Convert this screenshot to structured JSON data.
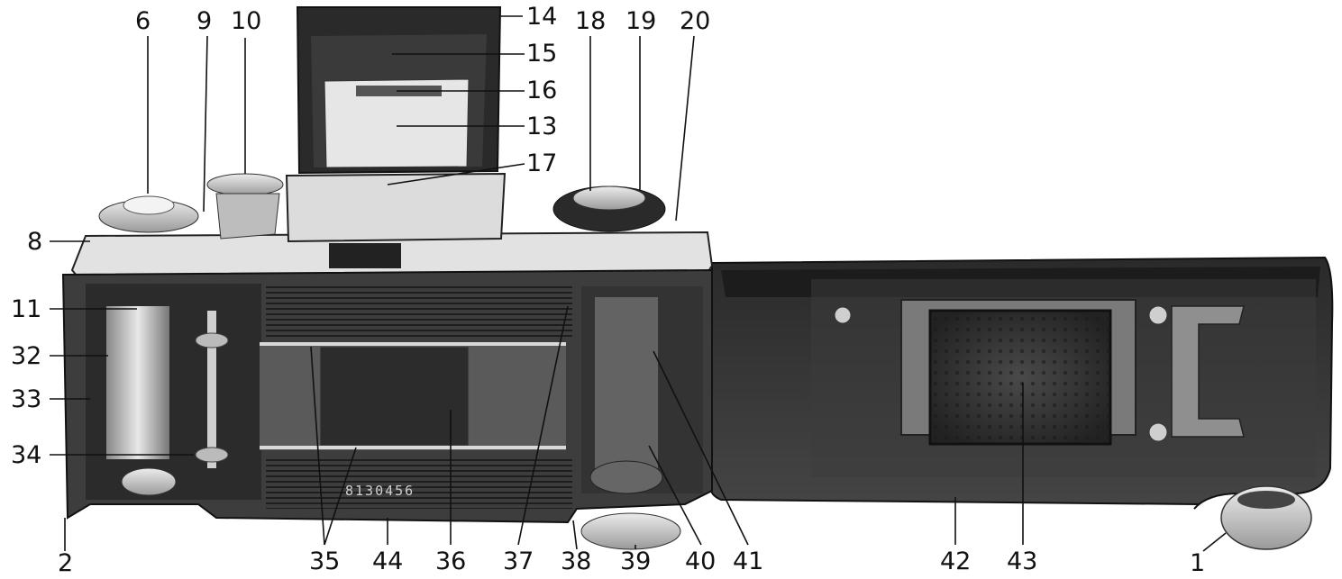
{
  "serial_number": "8130456",
  "callouts": {
    "c1": "1",
    "c2": "2",
    "c6": "6",
    "c8": "8",
    "c9": "9",
    "c10": "10",
    "c11": "11",
    "c13": "13",
    "c14": "14",
    "c15": "15",
    "c16": "16",
    "c17": "17",
    "c18": "18",
    "c19": "19",
    "c20": "20",
    "c32": "32",
    "c33": "33",
    "c34": "34",
    "c35": "35",
    "c36": "36",
    "c37": "37",
    "c38": "38",
    "c39": "39",
    "c40": "40",
    "c41": "41",
    "c42": "42",
    "c43": "43",
    "c44": "44"
  },
  "colors": {
    "ink": "#111111",
    "body_light": "#d9d9d9",
    "body_dark": "#3a3a3a",
    "background": "#ffffff"
  }
}
